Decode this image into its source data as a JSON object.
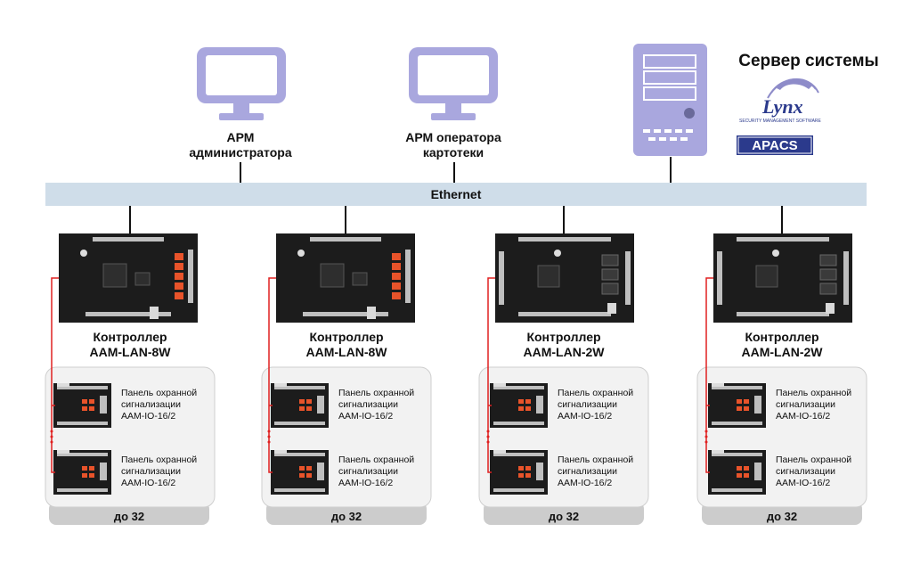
{
  "workstations": [
    {
      "lines": [
        "АРМ",
        "администратора"
      ]
    },
    {
      "lines": [
        "АРМ оператора",
        "картотеки"
      ]
    }
  ],
  "server": {
    "title": "Сервер системы",
    "logo_lynx": "Lynx",
    "logo_lynx_tagline": "SECURITY MANAGEMENT SOFTWARE",
    "logo_apacs": "APACS"
  },
  "network": {
    "label": "Ethernet"
  },
  "controllers": [
    {
      "lines": [
        "Контроллер",
        "AAM-LAN-8W"
      ]
    },
    {
      "lines": [
        "Контроллер",
        "AAM-LAN-8W"
      ]
    },
    {
      "lines": [
        "Контроллер",
        "AAM-LAN-2W"
      ]
    },
    {
      "lines": [
        "Контроллер",
        "AAM-LAN-2W"
      ]
    }
  ],
  "panel": {
    "lines": [
      "Панель охранной",
      "сигнализации",
      "AAM-IO-16/2"
    ]
  },
  "group_count": "до 32",
  "colors": {
    "device": "#a9a7de",
    "device_dark": "#8e8cc9",
    "network_bar": "#cfdde9",
    "board": "#1c1c1c",
    "group_box": "#f2f2f2",
    "group_footer": "#cccccc",
    "bus_line": "#e02020",
    "logo_blue": "#2b3a8c"
  }
}
